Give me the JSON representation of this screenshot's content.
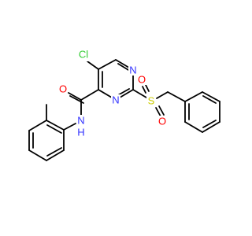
{
  "molecule": {
    "atoms": {
      "cl": {
        "text": "Cl",
        "color": "#33cc33"
      },
      "n1": {
        "text": "N",
        "color": "#3333ff"
      },
      "n2": {
        "text": "N",
        "color": "#3333ff"
      },
      "o_amide": {
        "text": "O",
        "color": "#ff0000"
      },
      "nh": {
        "text": "N",
        "color": "#3333ff"
      },
      "h": {
        "text": "H",
        "color": "#3333ff"
      },
      "s": {
        "text": "S",
        "color": "#cccc00"
      },
      "o_s1": {
        "text": "O",
        "color": "#ff0000"
      },
      "o_s2": {
        "text": "O",
        "color": "#ff0000"
      }
    }
  }
}
